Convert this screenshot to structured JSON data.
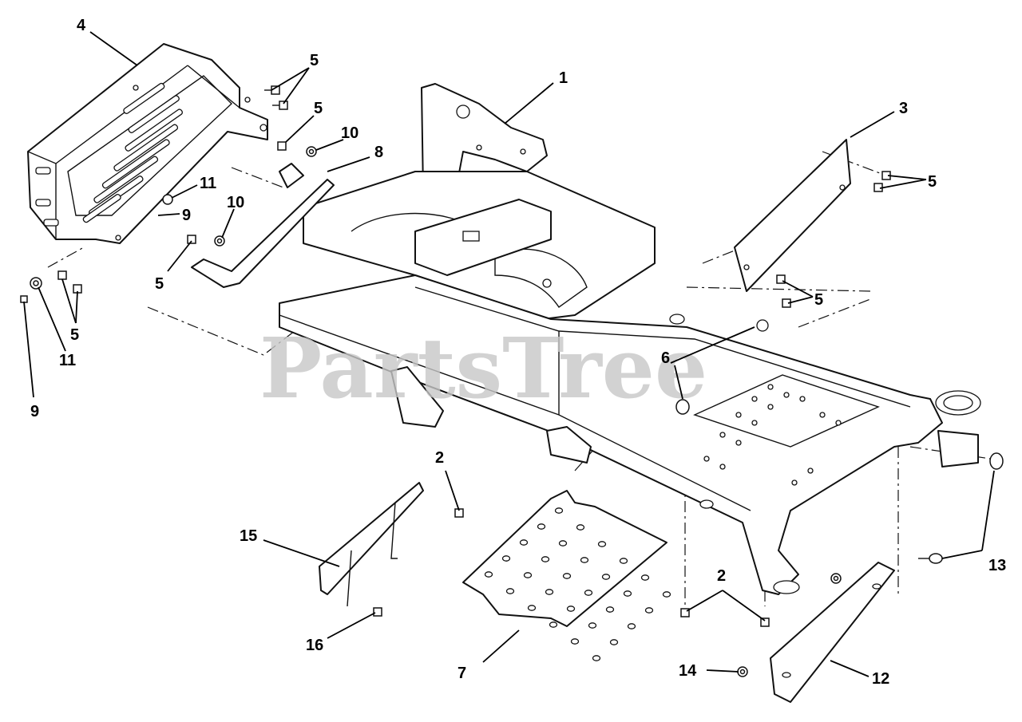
{
  "watermark": {
    "text": "PartsTree",
    "color": "#b9b9b9"
  },
  "callouts": [
    "1",
    "2",
    "3",
    "4",
    "5",
    "6",
    "7",
    "8",
    "9",
    "10",
    "11",
    "12",
    "13",
    "14",
    "15",
    "16"
  ]
}
